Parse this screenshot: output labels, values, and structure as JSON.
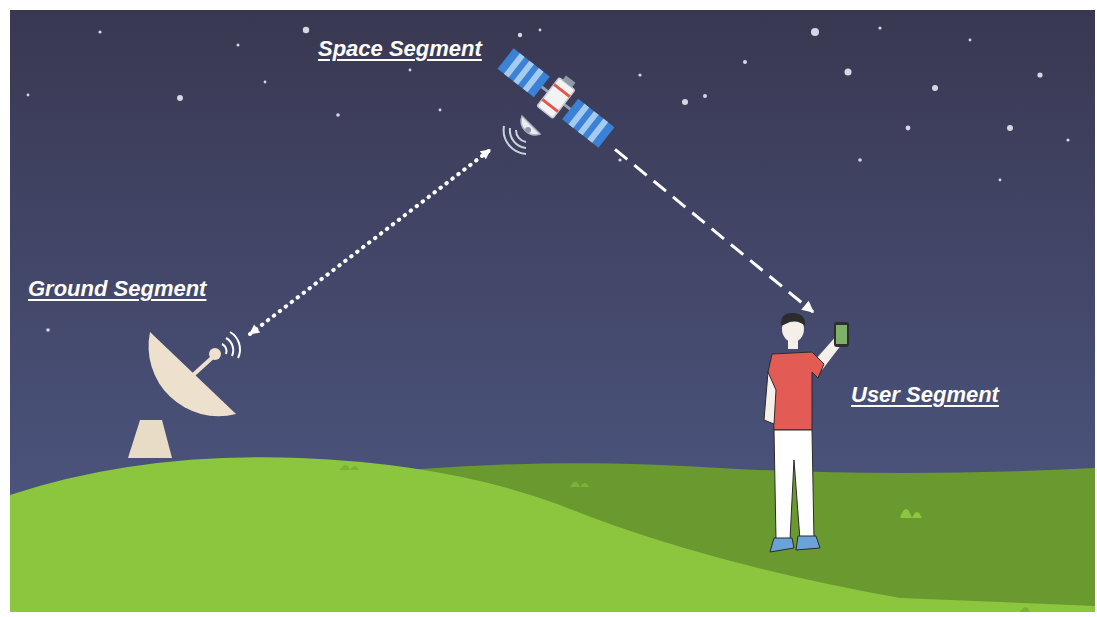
{
  "diagram": {
    "nodes": [
      {
        "text": [
          "Space Segment"
        ]
      },
      {
        "text": [
          "Ground Segment"
        ]
      },
      {
        "text": [
          "User Segment"
        ]
      }
    ],
    "edges": [
      {
        "from": 1,
        "to": 0,
        "arrow": "both"
      },
      {
        "from": 0,
        "to": 2,
        "arrow": "to"
      }
    ]
  }
}
